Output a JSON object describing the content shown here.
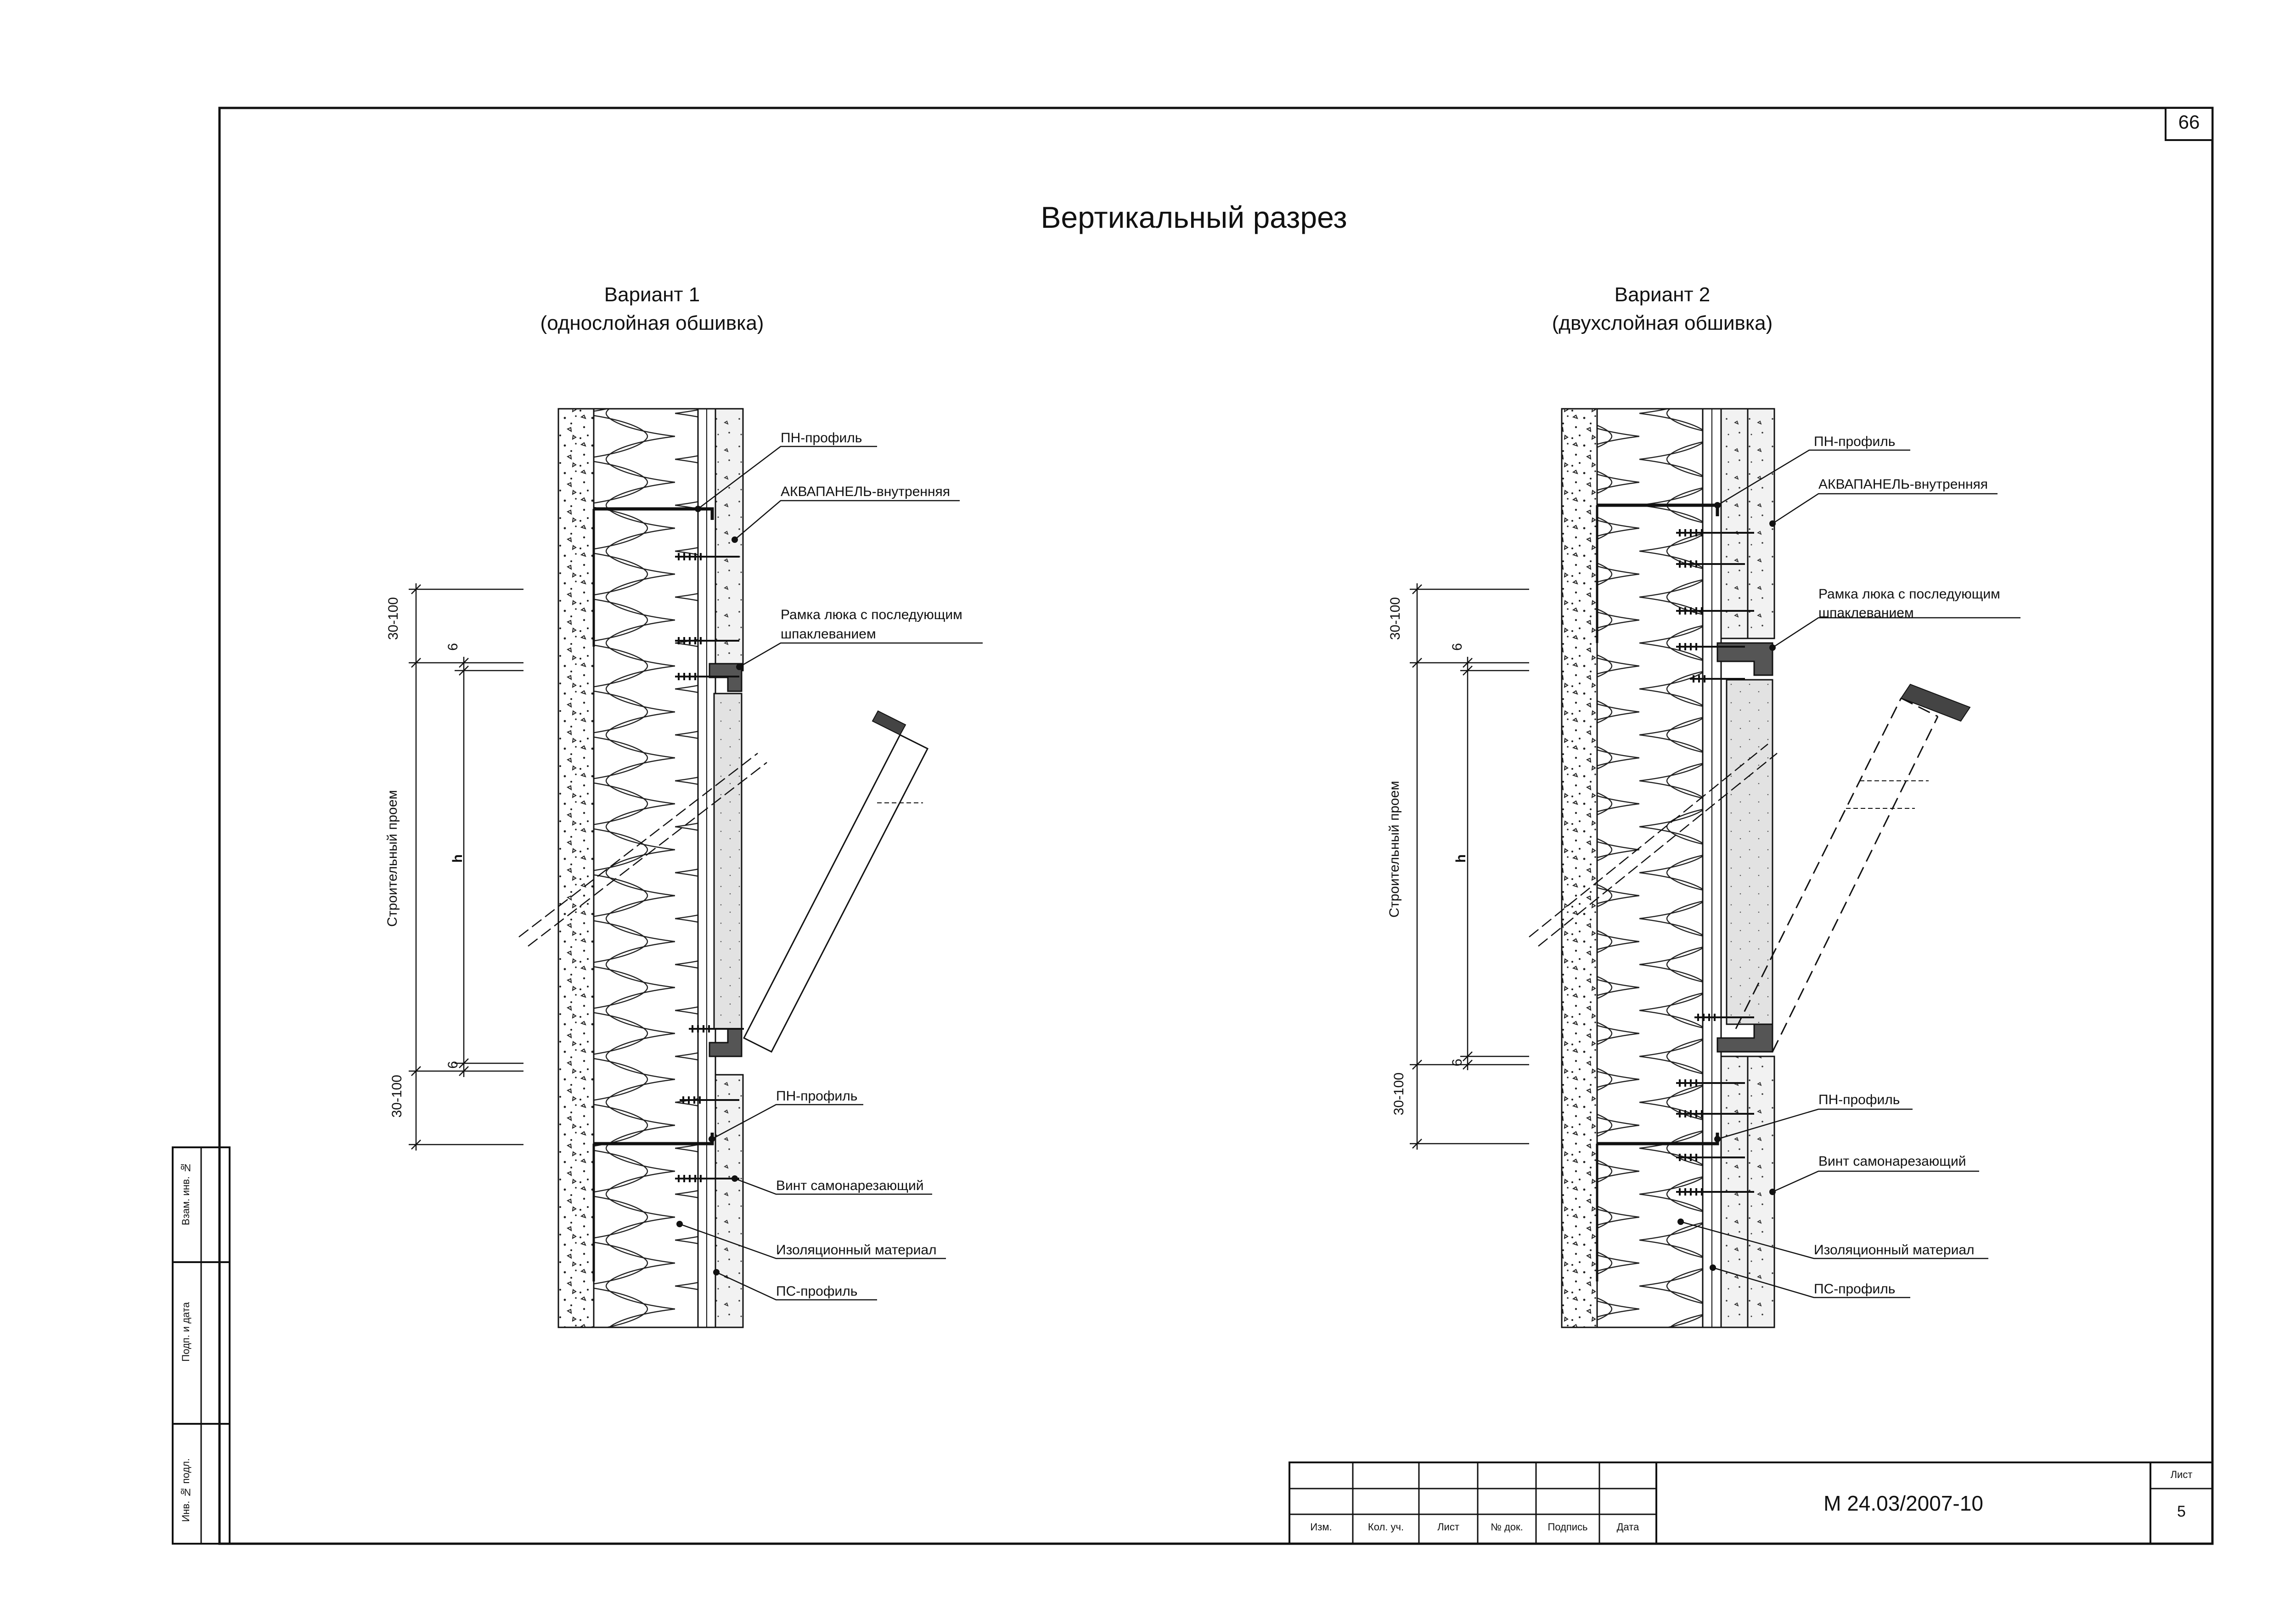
{
  "page_number": "66",
  "title": "Вертикальный разрез",
  "variants": [
    {
      "title": "Вариант 1",
      "subtitle": "(однослойная обшивка)",
      "dim_top": "30-100",
      "dim_gap_top": "6",
      "dim_mid": "h",
      "dim_gap_bottom": "6",
      "dim_bottom": "30-100",
      "opening_label": "Строительный проем",
      "callouts": {
        "pn_top": "ПН-профиль",
        "aquapanel": "АКВАПАНЕЛЬ-внутренняя",
        "frame_line1": "Рамка люка с последующим",
        "frame_line2": "шпаклеванием",
        "pn_bottom": "ПН-профиль",
        "screw": "Винт самонарезающий",
        "insulation": "Изоляционный материал",
        "ps": "ПС-профиль"
      }
    },
    {
      "title": "Вариант 2",
      "subtitle": "(двухслойная обшивка)",
      "dim_top": "30-100",
      "dim_gap_top": "6",
      "dim_mid": "h",
      "dim_gap_bottom": "6",
      "dim_bottom": "30-100",
      "opening_label": "Строительный проем",
      "callouts": {
        "pn_top": "ПН-профиль",
        "aquapanel": "АКВАПАНЕЛЬ-внутренняя",
        "frame_line1": "Рамка люка с последующим",
        "frame_line2": "шпаклеванием",
        "pn_bottom": "ПН-профиль",
        "screw": "Винт самонарезающий",
        "insulation": "Изоляционный материал",
        "ps": "ПС-профиль"
      }
    }
  ],
  "side_stamp": {
    "vzam": "Взам. инв. №",
    "podp": "Подп. и дата",
    "inv": "Инв. № подл."
  },
  "title_block": {
    "columns": [
      "Изм.",
      "Кол. уч.",
      "Лист",
      "№ док.",
      "Подпись",
      "Дата"
    ],
    "designation": "М 24.03/2007-10",
    "sheet_label": "Лист",
    "sheet_number": "5"
  }
}
